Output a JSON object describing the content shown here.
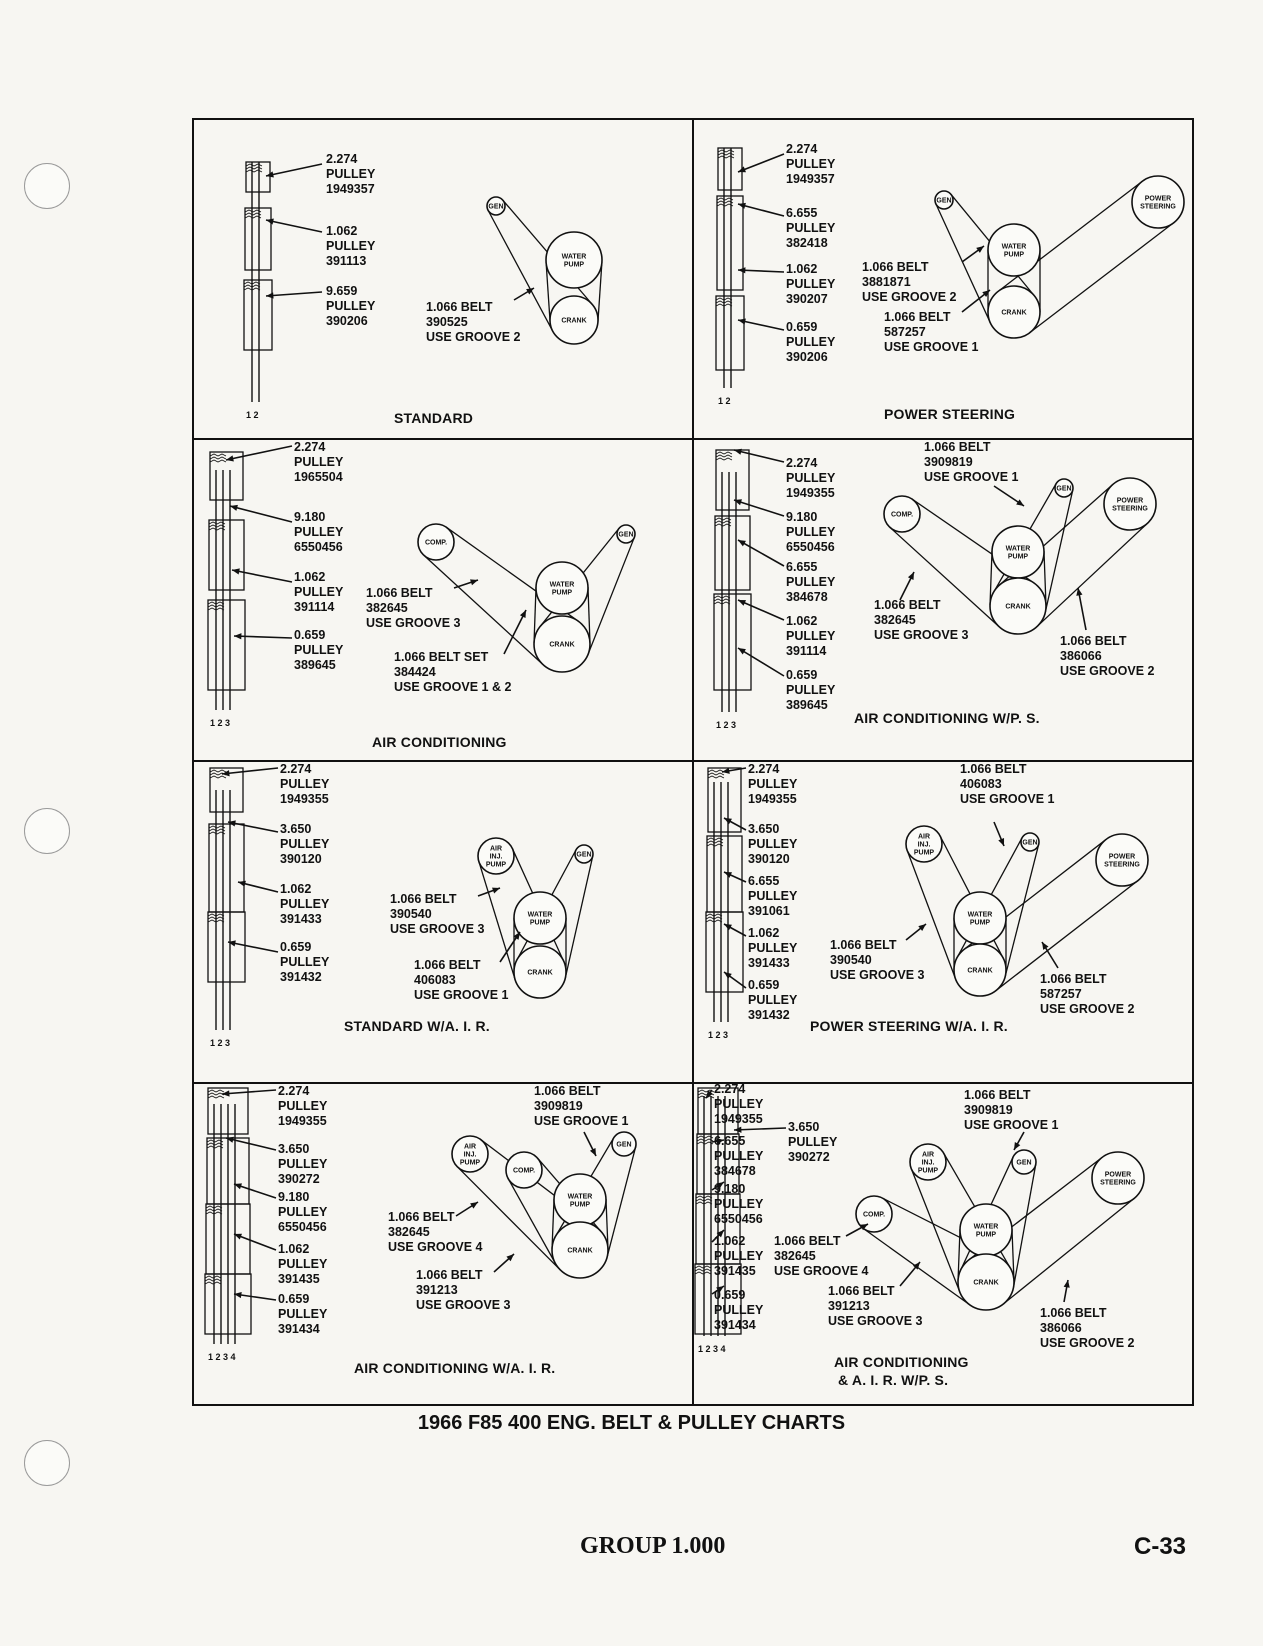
{
  "chart_title": "1966 F85 400 ENG. BELT & PULLEY CHARTS",
  "footer": {
    "group": "GROUP 1.000",
    "page": "C-33"
  },
  "panels": [
    {
      "title": "STANDARD",
      "callouts": [
        [
          "2.274",
          "PULLEY",
          "1949357"
        ],
        [
          "1.062",
          "PULLEY",
          "391113"
        ],
        [
          "9.659",
          "PULLEY",
          "390206"
        ],
        [
          "1.066 BELT",
          "390525",
          "USE GROOVE 2"
        ]
      ],
      "components": [
        "GEN",
        "WATER PUMP",
        "CRANK"
      ],
      "groove_numbers": "1 2"
    },
    {
      "title": "POWER STEERING",
      "callouts": [
        [
          "2.274",
          "PULLEY",
          "1949357"
        ],
        [
          "6.655",
          "PULLEY",
          "382418"
        ],
        [
          "1.062",
          "PULLEY",
          "390207"
        ],
        [
          "0.659",
          "PULLEY",
          "390206"
        ],
        [
          "1.066 BELT",
          "3881871",
          "USE GROOVE 2"
        ],
        [
          "1.066 BELT",
          "587257",
          "USE GROOVE 1"
        ]
      ],
      "components": [
        "GEN",
        "POWER STEERING",
        "WATER PUMP",
        "CRANK"
      ],
      "groove_numbers": "1 2"
    },
    {
      "title": "AIR CONDITIONING",
      "callouts": [
        [
          "2.274",
          "PULLEY",
          "1965504"
        ],
        [
          "9.180",
          "PULLEY",
          "6550456"
        ],
        [
          "1.062",
          "PULLEY",
          "391114"
        ],
        [
          "0.659",
          "PULLEY",
          "389645"
        ],
        [
          "1.066 BELT",
          "382645",
          "USE GROOVE 3"
        ],
        [
          "1.066 BELT SET",
          "384424",
          "USE GROOVE 1 & 2"
        ]
      ],
      "components": [
        "COMP.",
        "GEN",
        "WATER PUMP",
        "CRANK"
      ],
      "groove_numbers": "1 2 3"
    },
    {
      "title": "AIR CONDITIONING W/P. S.",
      "callouts": [
        [
          "2.274",
          "PULLEY",
          "1949355"
        ],
        [
          "9.180",
          "PULLEY",
          "6550456"
        ],
        [
          "6.655",
          "PULLEY",
          "384678"
        ],
        [
          "1.062",
          "PULLEY",
          "391114"
        ],
        [
          "0.659",
          "PULLEY",
          "389645"
        ],
        [
          "1.066 BELT",
          "3909819",
          "USE GROOVE 1"
        ],
        [
          "1.066 BELT",
          "382645",
          "USE GROOVE 3"
        ],
        [
          "1.066 BELT",
          "386066",
          "USE GROOVE 2"
        ]
      ],
      "components": [
        "COMP.",
        "GEN",
        "POWER STEERING",
        "WATER PUMP",
        "CRANK"
      ],
      "groove_numbers": "1 2 3"
    },
    {
      "title": "STANDARD W/A. I. R.",
      "callouts": [
        [
          "2.274",
          "PULLEY",
          "1949355"
        ],
        [
          "3.650",
          "PULLEY",
          "390120"
        ],
        [
          "1.062",
          "PULLEY",
          "391433"
        ],
        [
          "0.659",
          "PULLEY",
          "391432"
        ],
        [
          "1.066 BELT",
          "390540",
          "USE GROOVE 3"
        ],
        [
          "1.066 BELT",
          "406083",
          "USE GROOVE 1"
        ]
      ],
      "components": [
        "AIR INJ. PUMP",
        "GEN",
        "WATER PUMP",
        "CRANK"
      ],
      "groove_numbers": "1 2 3"
    },
    {
      "title": "POWER STEERING W/A. I. R.",
      "callouts": [
        [
          "2.274",
          "PULLEY",
          "1949355"
        ],
        [
          "3.650",
          "PULLEY",
          "390120"
        ],
        [
          "6.655",
          "PULLEY",
          "391061"
        ],
        [
          "1.062",
          "PULLEY",
          "391433"
        ],
        [
          "0.659",
          "PULLEY",
          "391432"
        ],
        [
          "1.066 BELT",
          "406083",
          "USE GROOVE 1"
        ],
        [
          "1.066 BELT",
          "390540",
          "USE GROOVE 3"
        ],
        [
          "1.066 BELT",
          "587257",
          "USE GROOVE 2"
        ]
      ],
      "components": [
        "AIR INJ. PUMP",
        "GEN",
        "POWER STEERING",
        "WATER PUMP",
        "CRANK"
      ],
      "groove_numbers": "1 2 3"
    },
    {
      "title": "AIR CONDITIONING W/A. I. R.",
      "callouts": [
        [
          "2.274",
          "PULLEY",
          "1949355"
        ],
        [
          "3.650",
          "PULLEY",
          "390272"
        ],
        [
          "9.180",
          "PULLEY",
          "6550456"
        ],
        [
          "1.062",
          "PULLEY",
          "391435"
        ],
        [
          "0.659",
          "PULLEY",
          "391434"
        ],
        [
          "1.066 BELT",
          "3909819",
          "USE GROOVE 1"
        ],
        [
          "1.066 BELT",
          "382645",
          "USE GROOVE 4"
        ],
        [
          "1.066 BELT",
          "391213",
          "USE GROOVE 3"
        ]
      ],
      "components": [
        "AIR INJ. PUMP",
        "COMP.",
        "GEN",
        "WATER PUMP",
        "CRANK"
      ],
      "groove_numbers": "1 2 3 4"
    },
    {
      "title": "AIR CONDITIONING",
      "title2": "& A. I. R. W/P. S.",
      "callouts": [
        [
          "2.274",
          "PULLEY",
          "1949355"
        ],
        [
          "3.650",
          "PULLEY",
          "390272"
        ],
        [
          "6.655",
          "PULLEY",
          "384678"
        ],
        [
          "9.180",
          "PULLEY",
          "6550456"
        ],
        [
          "1.062",
          "PULLEY",
          "391435"
        ],
        [
          "0.659",
          "PULLEY",
          "391434"
        ],
        [
          "1.066 BELT",
          "3909819",
          "USE GROOVE 1"
        ],
        [
          "1.066 BELT",
          "382645",
          "USE GROOVE 4"
        ],
        [
          "1.066 BELT",
          "391213",
          "USE GROOVE 3"
        ],
        [
          "1.066 BELT",
          "386066",
          "USE GROOVE 2"
        ]
      ],
      "components": [
        "AIR INJ. PUMP",
        "COMP.",
        "GEN",
        "POWER STEERING",
        "WATER PUMP",
        "CRANK"
      ],
      "groove_numbers": "1 2 3 4"
    }
  ]
}
